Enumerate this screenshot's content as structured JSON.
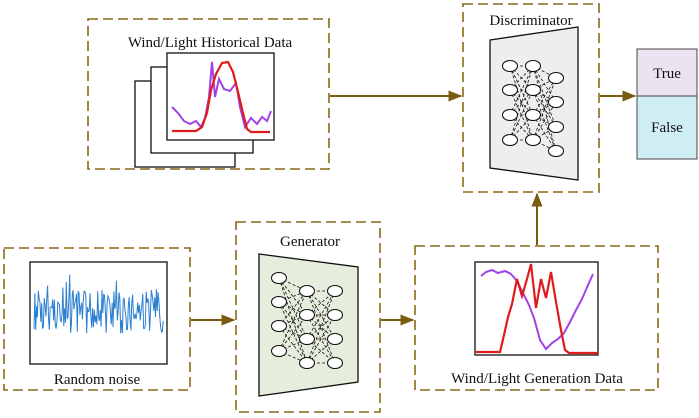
{
  "labels": {
    "historical": "Wind/Light Historical Data",
    "discriminator": "Discriminator",
    "true_label": "True",
    "false_label": "False",
    "generator": "Generator",
    "random_noise": "Random noise",
    "generation": "Wind/Light Generation Data"
  },
  "colors": {
    "box_border": "#8b6914",
    "arrow": "#7a5c10",
    "true_fill": "#ece3f2",
    "false_fill": "#cfeef3",
    "discriminator_fill": "#eeeeee",
    "generator_fill": "#e5eedc",
    "noise_line": "#2b7fd0",
    "red_line": "#e01b1b",
    "purple_line": "#a142e8"
  }
}
